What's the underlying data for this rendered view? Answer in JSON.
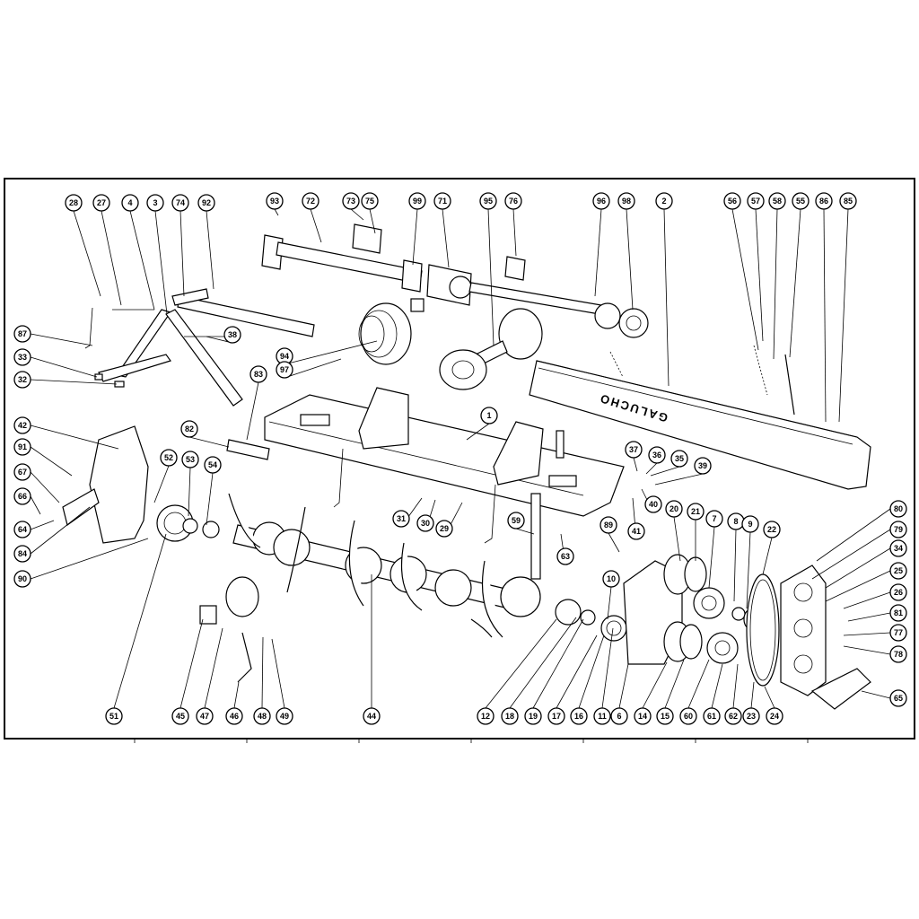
{
  "brand": "GALUCHO",
  "callouts": [
    {
      "n": "28"
    },
    {
      "n": "27"
    },
    {
      "n": "4"
    },
    {
      "n": "3"
    },
    {
      "n": "74"
    },
    {
      "n": "92"
    },
    {
      "n": "93"
    },
    {
      "n": "72"
    },
    {
      "n": "73"
    },
    {
      "n": "75"
    },
    {
      "n": "99"
    },
    {
      "n": "71"
    },
    {
      "n": "95"
    },
    {
      "n": "76"
    },
    {
      "n": "96"
    },
    {
      "n": "98"
    },
    {
      "n": "2"
    },
    {
      "n": "56"
    },
    {
      "n": "57"
    },
    {
      "n": "58"
    },
    {
      "n": "55"
    },
    {
      "n": "86"
    },
    {
      "n": "85"
    },
    {
      "n": "87"
    },
    {
      "n": "38"
    },
    {
      "n": "33"
    },
    {
      "n": "32"
    },
    {
      "n": "94"
    },
    {
      "n": "97"
    },
    {
      "n": "83"
    },
    {
      "n": "42"
    },
    {
      "n": "82"
    },
    {
      "n": "1"
    },
    {
      "n": "91"
    },
    {
      "n": "52"
    },
    {
      "n": "53"
    },
    {
      "n": "54"
    },
    {
      "n": "67"
    },
    {
      "n": "66"
    },
    {
      "n": "64"
    },
    {
      "n": "84"
    },
    {
      "n": "90"
    },
    {
      "n": "31"
    },
    {
      "n": "30"
    },
    {
      "n": "29"
    },
    {
      "n": "59"
    },
    {
      "n": "63"
    },
    {
      "n": "37"
    },
    {
      "n": "36"
    },
    {
      "n": "35"
    },
    {
      "n": "39"
    },
    {
      "n": "40"
    },
    {
      "n": "41"
    },
    {
      "n": "89"
    },
    {
      "n": "20"
    },
    {
      "n": "21"
    },
    {
      "n": "7"
    },
    {
      "n": "8"
    },
    {
      "n": "9"
    },
    {
      "n": "22"
    },
    {
      "n": "80"
    },
    {
      "n": "79"
    },
    {
      "n": "34"
    },
    {
      "n": "25"
    },
    {
      "n": "26"
    },
    {
      "n": "81"
    },
    {
      "n": "77"
    },
    {
      "n": "78"
    },
    {
      "n": "65"
    },
    {
      "n": "10"
    },
    {
      "n": "51"
    },
    {
      "n": "45"
    },
    {
      "n": "47"
    },
    {
      "n": "46"
    },
    {
      "n": "48"
    },
    {
      "n": "49"
    },
    {
      "n": "44"
    },
    {
      "n": "12"
    },
    {
      "n": "18"
    },
    {
      "n": "19"
    },
    {
      "n": "17"
    },
    {
      "n": "16"
    },
    {
      "n": "11"
    },
    {
      "n": "6"
    },
    {
      "n": "14"
    },
    {
      "n": "15"
    },
    {
      "n": "60"
    },
    {
      "n": "61"
    },
    {
      "n": "62"
    },
    {
      "n": "23"
    },
    {
      "n": "24"
    }
  ]
}
